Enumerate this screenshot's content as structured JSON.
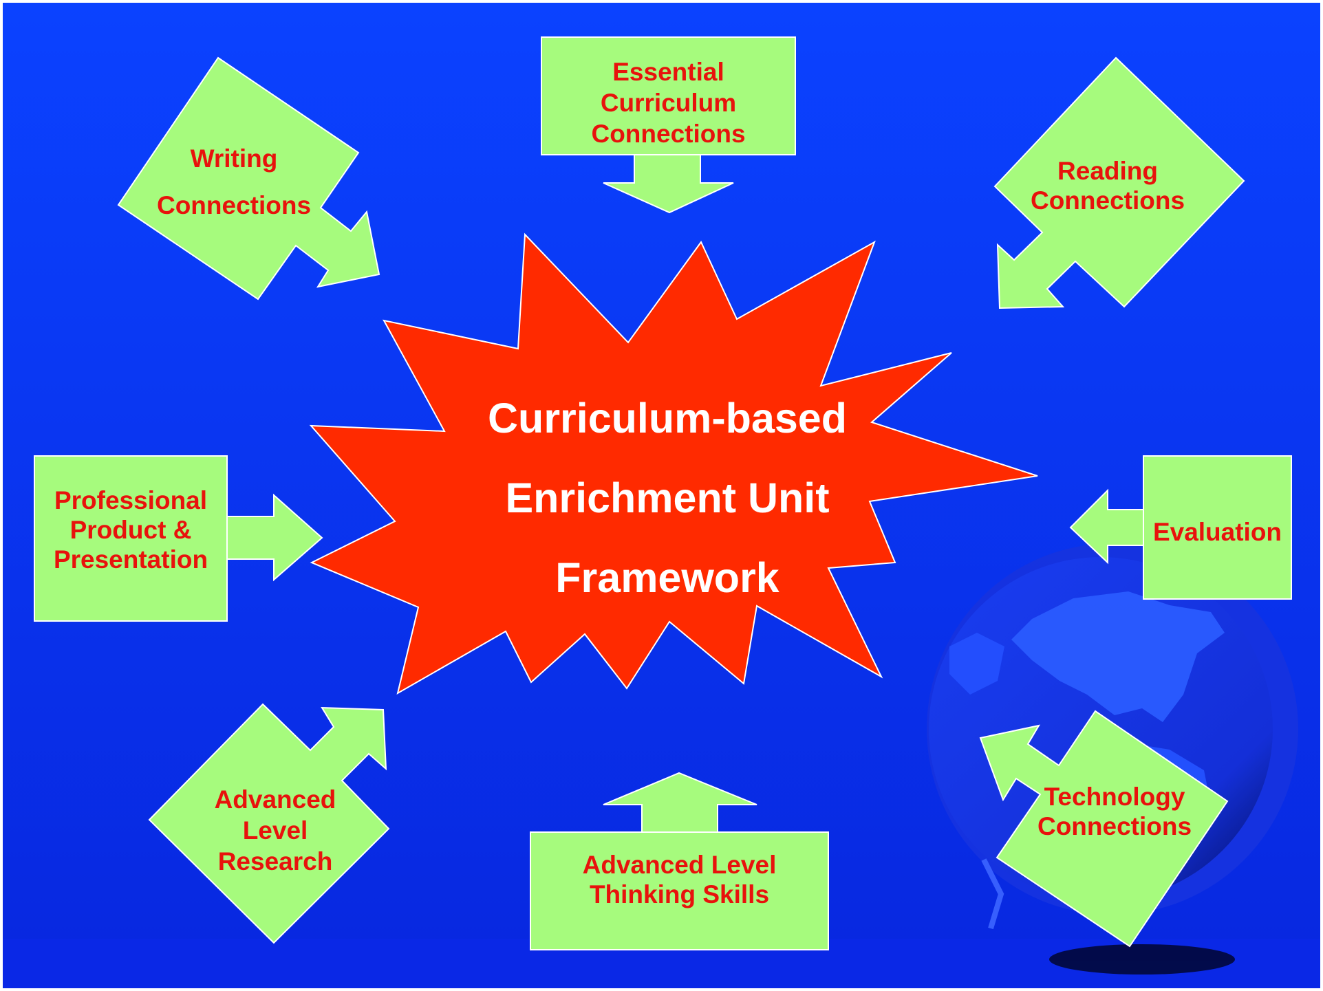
{
  "diagram": {
    "center": {
      "label": "Curriculum-based\nEnrichment Unit\nFramework"
    },
    "nodes": [
      {
        "id": "writing",
        "label": "Writing\n\nConnections"
      },
      {
        "id": "essential",
        "label": "Essential\nCurriculum\nConnections"
      },
      {
        "id": "reading",
        "label": "Reading\nConnections"
      },
      {
        "id": "professional",
        "label": "Professional\nProduct &\nPresentation"
      },
      {
        "id": "evaluation",
        "label": "Evaluation"
      },
      {
        "id": "research",
        "label": "Advanced\nLevel\nResearch"
      },
      {
        "id": "thinking",
        "label": "Advanced Level\nThinking Skills"
      },
      {
        "id": "technology",
        "label": "Technology\nConnections"
      }
    ]
  },
  "colors": {
    "background_top": "#0a3fff",
    "background_bottom": "#0826e0",
    "node_fill": "#a6fb7d",
    "node_text": "#e8120c",
    "star_fill": "#ff2a00",
    "star_text": "#ffffff",
    "globe": "#1f45f0"
  }
}
